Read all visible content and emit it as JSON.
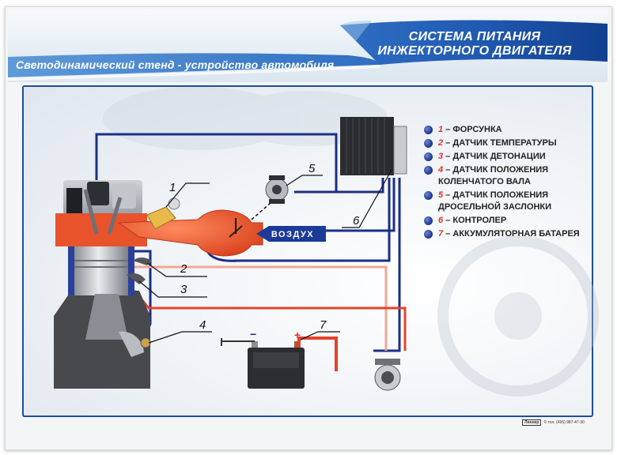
{
  "header": {
    "subtitle": "Светодинамический стенд - устройство автомобиля",
    "title_line1": "СИСТЕМА ПИТАНИЯ",
    "title_line2": "ИНЖЕКТОРНОГО ДВИГАТЕЛЯ"
  },
  "diagram": {
    "air_label": "ВОЗДУХ",
    "callouts": [
      "1",
      "2",
      "3",
      "4",
      "5",
      "6",
      "7"
    ],
    "battery_minus": "−",
    "battery_plus": "+"
  },
  "legend": {
    "items": [
      {
        "num": "1",
        "dash": " – ",
        "text": "ФОРСУНКА"
      },
      {
        "num": "2",
        "dash": " – ",
        "text": "ДАТЧИК ТЕМПЕРАТУРЫ"
      },
      {
        "num": "3",
        "dash": " – ",
        "text": "ДАТЧИК ДЕТОНАЦИИ"
      },
      {
        "num": "4",
        "dash": " – ",
        "text": "ДАТЧИК ПОЛОЖЕНИЯ КОЛЕНЧАТОГО ВАЛА"
      },
      {
        "num": "5",
        "dash": " – ",
        "text": "ДАТЧИК ПОЛОЖЕНИЯ ДРОСЕЛЬНОЙ ЗАСЛОНКИ"
      },
      {
        "num": "6",
        "dash": " – ",
        "text": "КОНТРОЛЕР"
      },
      {
        "num": "7",
        "dash": " – ",
        "text": "АККУМУЛЯТОРНАЯ БАТАРЕЯ"
      }
    ]
  },
  "footer": {
    "logo": "Линнер",
    "phone": "© тел. (495) 987-47-30"
  },
  "colors": {
    "wire_blue": "#1b2f86",
    "wire_red": "#e8412b",
    "wire_pink": "#f3a793",
    "manifold": "#e8532c",
    "panel_border": "#1e4e9c",
    "number_red": "#e3312d"
  }
}
